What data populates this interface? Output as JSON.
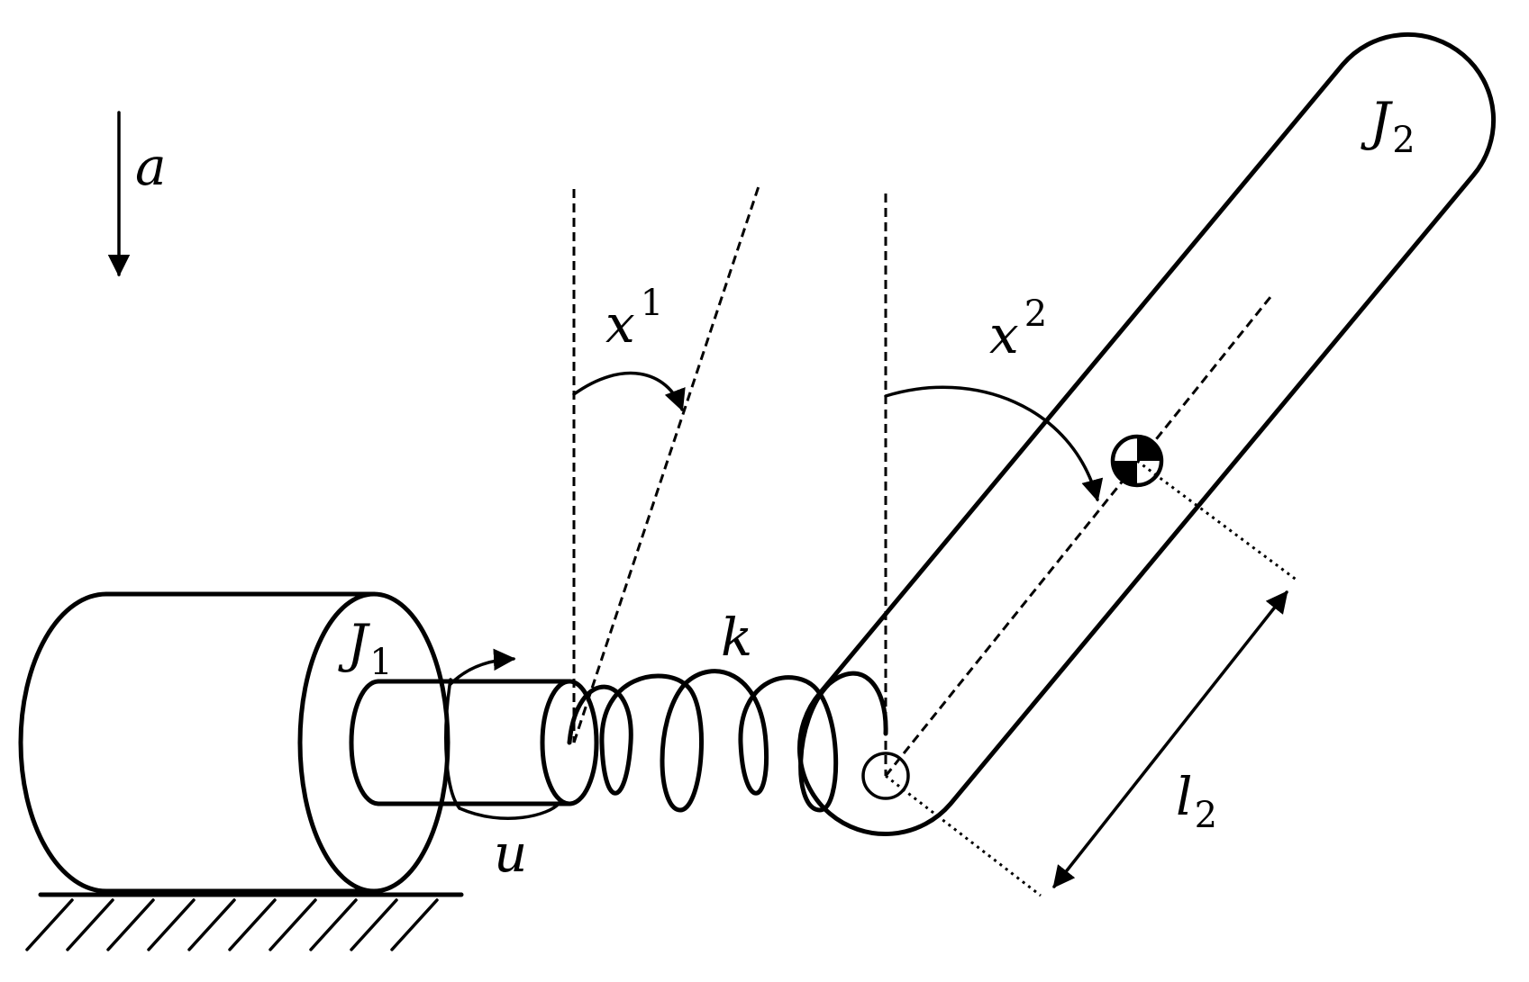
{
  "labels": {
    "gravity": "a",
    "angle1": "x",
    "angle1_sup": "1",
    "angle2": "x",
    "angle2_sup": "2",
    "inertia1": "J",
    "inertia1_sub": "1",
    "inertia2": "J",
    "inertia2_sub": "2",
    "spring": "k",
    "torque": "u",
    "length": "l",
    "length_sub": "2"
  }
}
